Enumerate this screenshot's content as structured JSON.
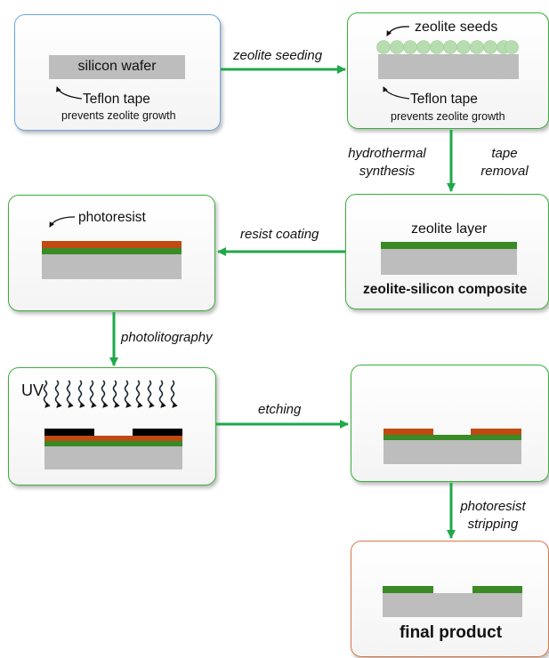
{
  "colors": {
    "arrow": "#1fa84a",
    "zeolite": "#3a8a26",
    "resist": "#c04a12",
    "silicon": "#bdbdbd",
    "box_green": "#3cae3c",
    "box_blue": "#6aa6e0",
    "box_orange": "#d7784a"
  },
  "boxes": {
    "b1": {
      "wafer_label": "silicon wafer",
      "tape_label": "Teflon tape",
      "note": "prevents zeolite growth"
    },
    "b2": {
      "seeds_label": "zeolite seeds",
      "tape_label": "Teflon tape",
      "note": "prevents zeolite growth"
    },
    "b3": {
      "layer_label": "zeolite layer",
      "caption": "zeolite-silicon composite"
    },
    "b4": {
      "resist_label": "photoresist"
    },
    "b5": {
      "uv_label": "UV"
    },
    "b7": {
      "caption": "final product"
    }
  },
  "steps": {
    "s1": "zeolite seeding",
    "s2a_line1": "hydrothermal",
    "s2a_line2": "synthesis",
    "s2b_line1": "tape",
    "s2b_line2": "removal",
    "s3": "resist coating",
    "s4": "photolitography",
    "s5": "etching",
    "s6_line1": "photoresist",
    "s6_line2": "stripping"
  }
}
